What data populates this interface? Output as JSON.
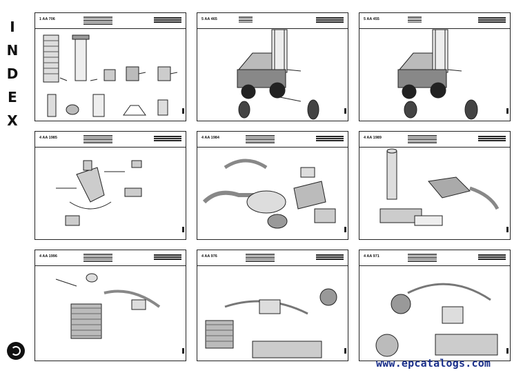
{
  "index_label": [
    "I",
    "N",
    "D",
    "E",
    "X"
  ],
  "panels": [
    {
      "code": "1 AA 706"
    },
    {
      "code": "5 AA 465"
    },
    {
      "code": "5 AA 455"
    },
    {
      "code": "4 AA 1985"
    },
    {
      "code": "4 AA 1984"
    },
    {
      "code": "4 AA 1989"
    },
    {
      "code": "4 AA 1996"
    },
    {
      "code": "4 AA 976"
    },
    {
      "code": "4 AA 971"
    }
  ],
  "watermark": "www.epcatalogs.com"
}
